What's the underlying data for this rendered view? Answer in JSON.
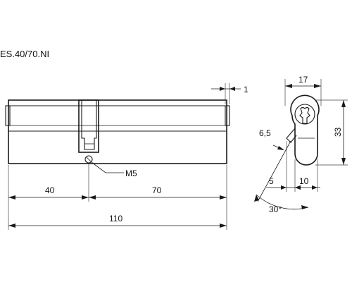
{
  "title": "ES.40/70.NI",
  "front_view": {
    "dimensions": {
      "left_length": "40",
      "right_length": "70",
      "total_length": "110",
      "thread_callout": "M5",
      "collar_offset": "1"
    }
  },
  "side_view": {
    "dimensions": {
      "width": "17",
      "height": "33",
      "cam_offset_a": "6,5",
      "cam_offset_b": "5",
      "cam_width": "10",
      "cam_angle": "30°"
    }
  }
}
